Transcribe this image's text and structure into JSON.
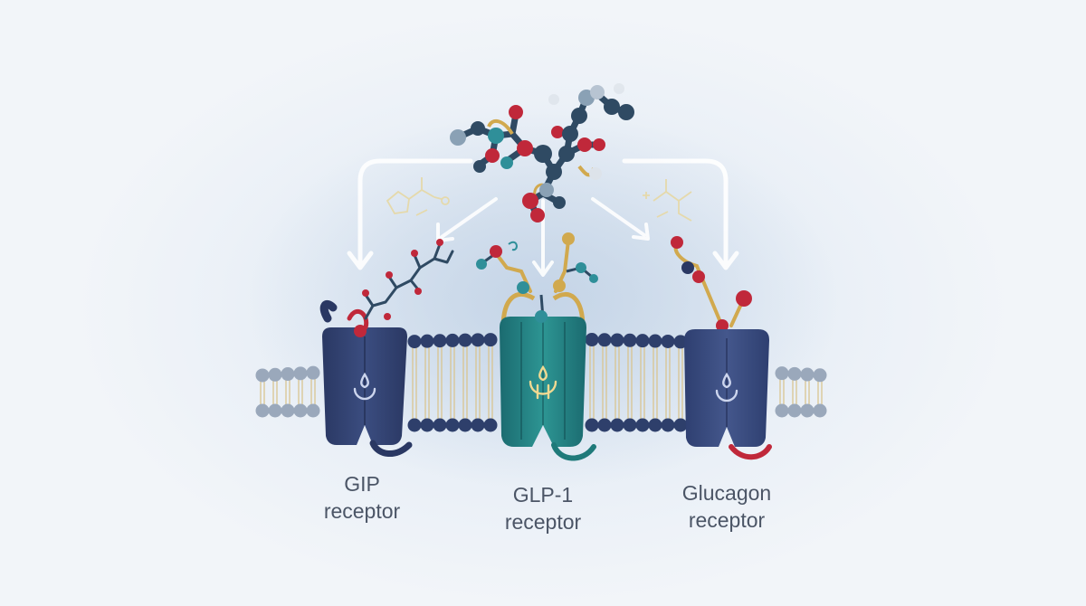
{
  "receptors": [
    {
      "name": "GIP",
      "suffix": "receptor",
      "color": "#2f3f6e"
    },
    {
      "name": "GLP-1",
      "suffix": "receptor",
      "color": "#1f7a7a"
    },
    {
      "name": "Glucagon",
      "suffix": "receptor",
      "color": "#35477a"
    }
  ],
  "colors": {
    "background": "#eef2f7",
    "lipid_head": "#2e3f6b",
    "lipid_head_outer": "#9aa8bb",
    "lipid_tail": "#d9c48f",
    "oxygen": "#c0283a",
    "carbon": "#2f4a63",
    "teal_atom": "#2f8f99",
    "gold_bond": "#d1a94e",
    "arrow": "#f3f6fb"
  }
}
